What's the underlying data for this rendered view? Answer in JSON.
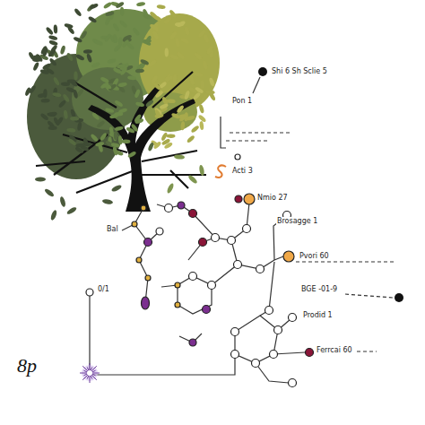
{
  "diagram": {
    "labels": [
      "Shi 6 Sh Sclie 5",
      "Pon 1",
      "Acti 3",
      "Nmio 27",
      "Brosagge 1",
      "Pvori 60",
      "BGE -01-9",
      "Prodid 1",
      "Ferrcai 60",
      "Bal",
      "0/1",
      "8p"
    ]
  }
}
